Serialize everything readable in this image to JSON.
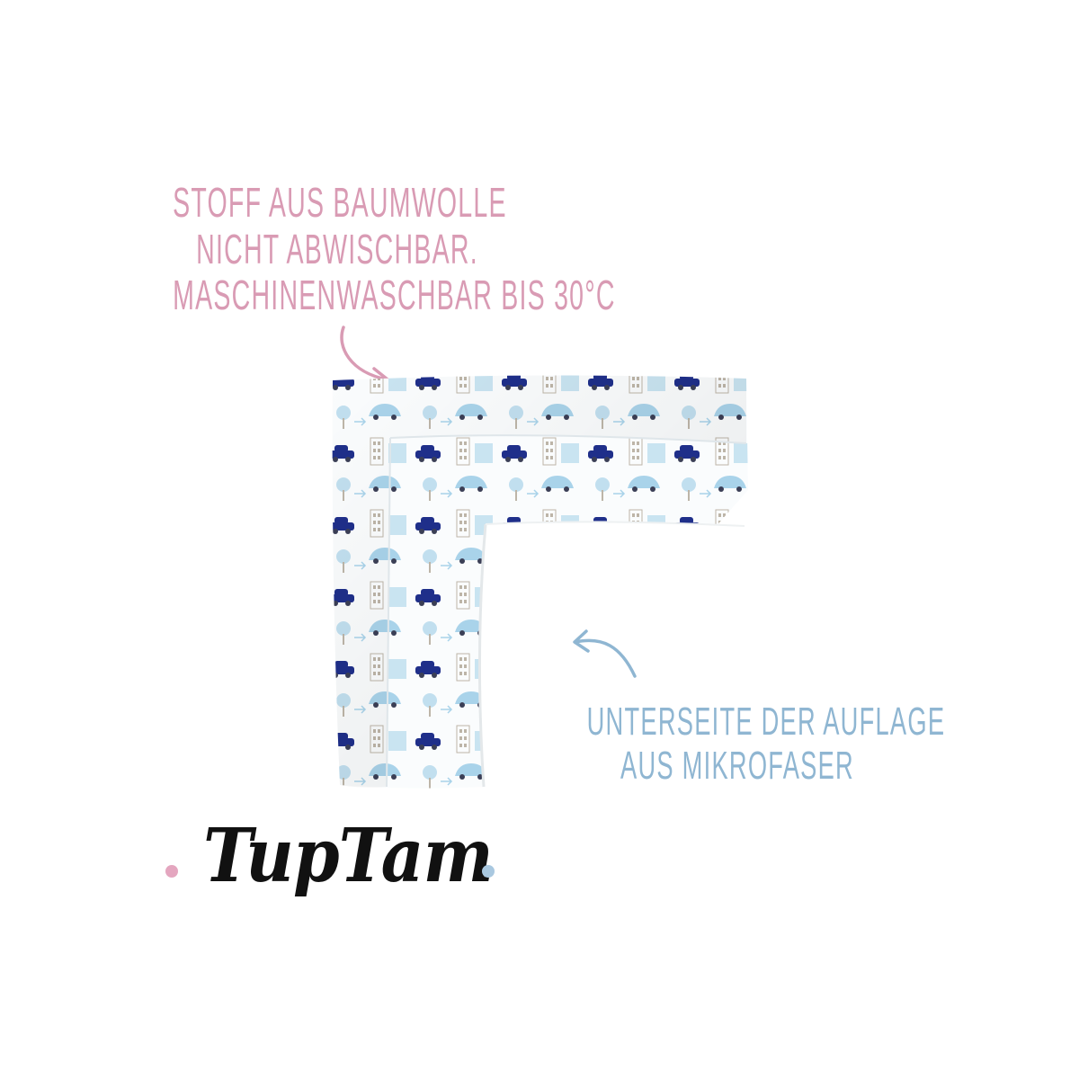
{
  "annotations": {
    "top_lines": [
      "STOFF AUS BAUMWOLLE",
      "NICHT ABWISCHBAR.",
      "MASCHINENWASCHBAR BIS 30°C"
    ],
    "bottom_lines": [
      "UNTERSEITE DER AUFLAGE",
      "AUS MIKROFASER"
    ]
  },
  "brand": {
    "name": "TupTam"
  },
  "colors": {
    "top_text": "#d99bb4",
    "bottom_text": "#8fb6d2",
    "brand_text": "#111111",
    "dot_left": "#e4a6bf",
    "dot_right": "#a9c8e0",
    "fabric_base": "#fafcfd",
    "car_navy": "#1f2f8a",
    "car_light": "#a9d3ea",
    "building_gray": "#bdb5a8",
    "microfiber": "#ffffff"
  },
  "icons": {
    "top_arrow": "curved-arrow-down-right-icon",
    "bottom_arrow": "curved-arrow-left-icon"
  }
}
